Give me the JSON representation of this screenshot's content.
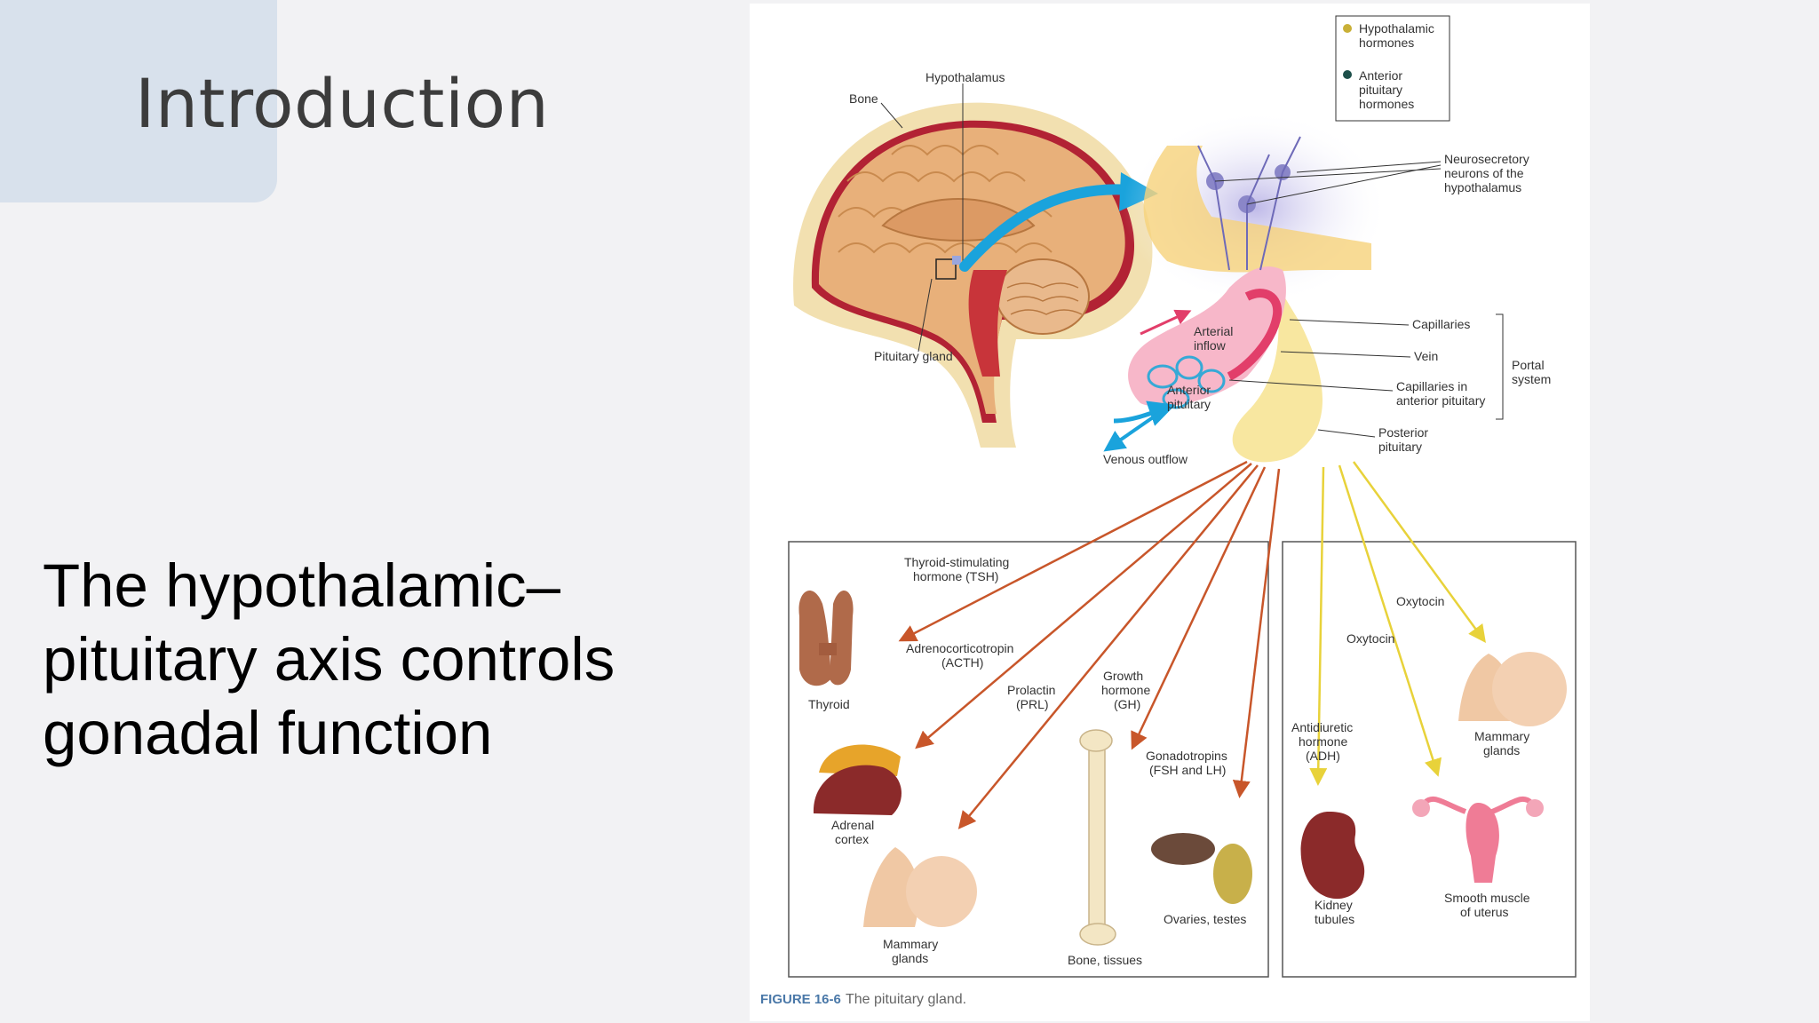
{
  "slide": {
    "title": "Introduction",
    "body_lines": [
      "The hypothalamic–",
      "pituitary axis controls",
      "gonadal function"
    ]
  },
  "figure": {
    "caption_number": "FIGURE 16-6",
    "caption_text": "The pituitary gland.",
    "legend": [
      {
        "lines": [
          "Hypothalamic",
          "hormones"
        ],
        "color": "#c9b037"
      },
      {
        "lines": [
          "Anterior",
          "pituitary",
          "hormones"
        ],
        "color": "#1d4f4a"
      }
    ],
    "labels": {
      "hypothalamus": [
        "Hypothalamus"
      ],
      "bone": [
        "Bone"
      ],
      "pituitary_gland": [
        "Pituitary gland"
      ],
      "neurosecretory": [
        "Neurosecretory",
        "neurons of the",
        "hypothalamus"
      ],
      "arterial_inflow": [
        "Arterial",
        "inflow"
      ],
      "capillaries": [
        "Capillaries"
      ],
      "vein": [
        "Vein"
      ],
      "capillaries_anterior": [
        "Capillaries in",
        "anterior pituitary"
      ],
      "portal_system": [
        "Portal",
        "system"
      ],
      "anterior_pituitary": [
        "Anterior",
        "pituitary"
      ],
      "posterior_pituitary": [
        "Posterior",
        "pituitary"
      ],
      "venous_outflow": [
        "Venous outflow"
      ],
      "tsh": [
        "Thyroid-stimulating",
        "hormone (TSH)"
      ],
      "acth": [
        "Adrenocorticotropin",
        "(ACTH)"
      ],
      "prl": [
        "Prolactin",
        "(PRL)"
      ],
      "gh": [
        "Growth",
        "hormone",
        "(GH)"
      ],
      "gonadotropins": [
        "Gonadotropins",
        "(FSH and LH)"
      ],
      "thyroid": [
        "Thyroid"
      ],
      "adrenal": [
        "Adrenal",
        "cortex"
      ],
      "mammary_left": [
        "Mammary",
        "glands"
      ],
      "bone_tissues": [
        "Bone, tissues"
      ],
      "ovaries_testes": [
        "Ovaries, testes"
      ],
      "oxytocin_1": [
        "Oxytocin"
      ],
      "oxytocin_2": [
        "Oxytocin"
      ],
      "adh": [
        "Antidiuretic",
        "hormone",
        "(ADH)"
      ],
      "kidney": [
        "Kidney",
        "tubules"
      ],
      "mammary_right": [
        "Mammary",
        "glands"
      ],
      "uterus": [
        "Smooth muscle",
        "of uterus"
      ]
    },
    "colors": {
      "anterior_arrow": "#c8562a",
      "posterior_arrow": "#e8d23a",
      "blue_arrow": "#1aa3dc",
      "brain": "#e8b07a",
      "skull": "#f2e0b0",
      "capillaries": "#e23e6a",
      "neurons": "#8a86c8"
    }
  }
}
